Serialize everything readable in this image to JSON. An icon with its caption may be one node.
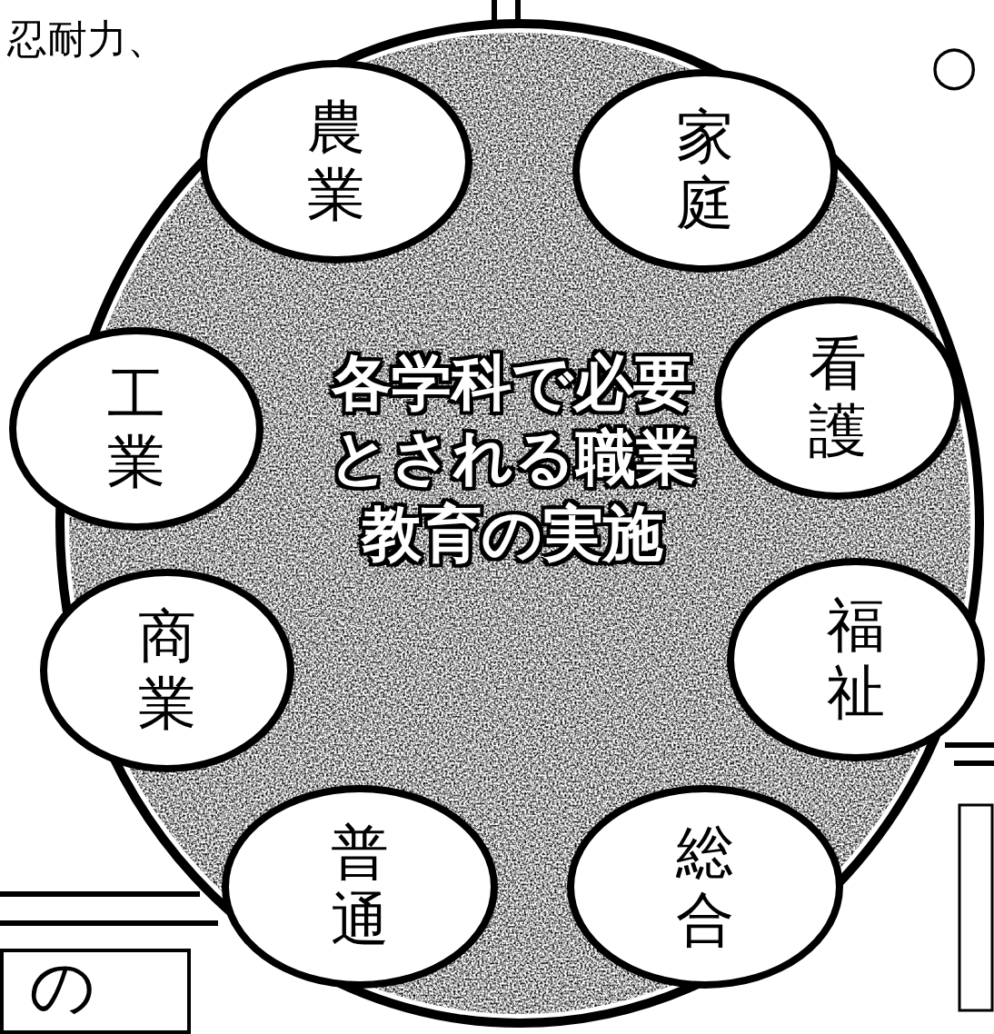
{
  "diagram": {
    "nodes": [
      {
        "text": [
          "各学科で必要とされる職業教育の実施"
        ]
      },
      {
        "text": [
          "農業"
        ],
        "in": 0
      },
      {
        "text": [
          "家庭"
        ],
        "in": 0
      },
      {
        "text": [
          "工業"
        ]
      },
      {
        "text": [
          "看護"
        ],
        "in": 0
      },
      {
        "text": [
          "商業"
        ]
      },
      {
        "text": [
          "福祉"
        ],
        "in": 0
      },
      {
        "text": [
          "普通"
        ],
        "in": 0
      },
      {
        "text": [
          "総合"
        ],
        "in": 0
      },
      {
        "text": [
          "の"
        ]
      }
    ],
    "edges": [],
    "labels": [
      "忍耐力、",
      "○"
    ]
  }
}
